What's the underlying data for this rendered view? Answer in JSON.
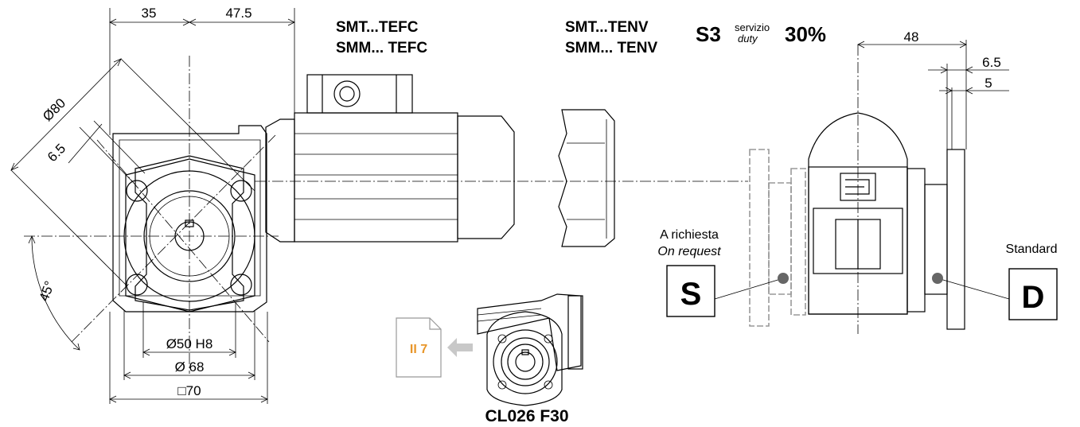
{
  "dimensions": {
    "d35": "35",
    "d47_5": "47.5",
    "d80": "Ø80",
    "d6_5_left": "6.5",
    "d45": "45°",
    "d50": "Ø50 H8",
    "d68": "Ø 68",
    "d70": "□70",
    "d48": "48",
    "d6_5_right": "6.5",
    "d5": "5"
  },
  "motor_labels": {
    "tefc_line1": "SMT...TEFC",
    "tefc_line2": "SMM... TEFC",
    "tenv_line1": "SMT...TENV",
    "tenv_line2": "SMM... TENV"
  },
  "duty": {
    "s3": "S3",
    "servizio": "servizio",
    "duty": "duty",
    "percent": "30%"
  },
  "mounting": {
    "request_it": "A richiesta",
    "request_en": "On request",
    "standard": "Standard",
    "s_badge": "S",
    "d_badge": "D"
  },
  "reference": {
    "page_ref": "II 7",
    "model": "CL026 F30",
    "accent_color": "#e8962a",
    "arrow_color": "#c8c8c8"
  }
}
